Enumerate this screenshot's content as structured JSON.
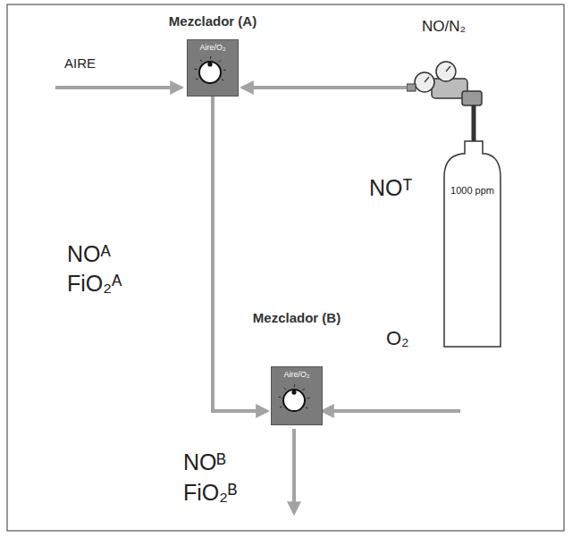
{
  "diagram": {
    "nodes": [
      {
        "text": [
          "Mezclador (A)",
          "Aire/O₂"
        ]
      },
      {
        "text": [
          "1000 ppm"
        ]
      },
      {
        "text": [
          "Mezclador (B)",
          "Aire/O₂"
        ]
      }
    ],
    "edges": [
      {
        "from": 1,
        "to": 0,
        "arrow": "to"
      },
      {
        "from": 0,
        "to": 2,
        "arrow": "to"
      }
    ],
    "labels": [
      "AIRE",
      "NO/N₂",
      "NOᵀ",
      "NOᴬ",
      "FiO₂ᴬ",
      "O₂",
      "NOᴮ",
      "FiO₂ᴮ"
    ]
  }
}
